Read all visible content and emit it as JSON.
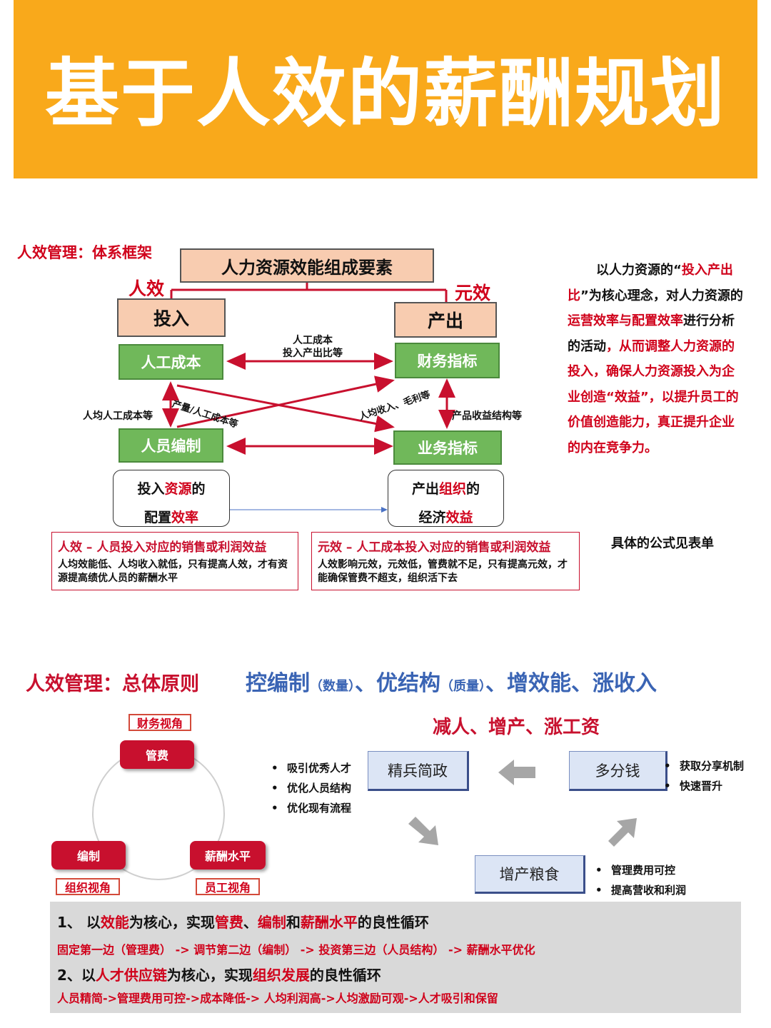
{
  "header": {
    "title": "基于人效的薪酬规划"
  },
  "framework": {
    "section_label": "人效管理：体系框架",
    "top_box": "人力资源效能组成要素",
    "label_left": "人效",
    "label_right": "元效",
    "input_box": "投入",
    "output_box": "产出",
    "labor_cost": "人工成本",
    "finance": "财务指标",
    "staffing": "人员编制",
    "business": "业务指标",
    "arrow_top_line1": "人工成本",
    "arrow_top_line2": "投入产出比等",
    "left_vertical": "人均人工成本等",
    "right_vertical": "产品收益结构等",
    "cross_left": "产量/人工成本等",
    "cross_right": "人均收入、毛利等",
    "config_line1_a": "投入",
    "config_line1_b": "资源",
    "config_line1_c": "的",
    "config_line2_a": "配置",
    "config_line2_b": "效率",
    "econ_line1_a": "产出",
    "econ_line1_b": "组织",
    "econ_line1_c": "的",
    "econ_line2_a": "经济",
    "econ_line2_b": "效益",
    "desc_left_title": "人效 – 人员投入对应的销售或利润效益",
    "desc_left_text": "人均效能低、人均收入就低，只有提高人效，才有资源提高绩优人员的薪酬水平",
    "desc_right_title": "元效 – 人工成本投入对应的销售或利润效益",
    "desc_right_text": "人效影响元效，元效低，管费就不足，只有提高元效，才能确保管费不超支，组织活下去",
    "side_1": "以人力资源的“",
    "side_2": "投入产出比",
    "side_3": "”为核心理念，对人力资源的",
    "side_4": "运营效率与配置效率",
    "side_5": "进行分析的活动",
    "side_6": "，从而调整人力资源的投入，确保人力资源投入为企业创造“效益”，以提升员工的价值创造能力，真正提升企业的内在竞争力。",
    "formula_note": "具体的公式见表单"
  },
  "principles": {
    "section_label": "人效管理：总体原则",
    "headline_1": "控编制",
    "headline_1_note": "（数量）",
    "headline_sep_1": "、",
    "headline_2": "优结构",
    "headline_2_note": "（质量）",
    "headline_3": "、增效能、涨收入",
    "sub_headline": "减人、增产、涨工资",
    "finance_view": "财务视角",
    "chip_mgmt": "管费",
    "chip_staff": "编制",
    "chip_salary": "薪酬水平",
    "org_view": "组织视角",
    "emp_view": "员工视角",
    "box_lean": "精兵简政",
    "box_more_money": "多分钱",
    "box_produce": "增产粮食",
    "lean_bullets": [
      "吸引优秀人才",
      "优化人员结构",
      "优化现有流程"
    ],
    "money_bullets": [
      "获取分享机制",
      "快速晋升"
    ],
    "produce_bullets": [
      "管理费用可控",
      "提高营收和利润"
    ],
    "bullet_glyph": "•"
  },
  "summary": {
    "line1_a": "1、 以",
    "line1_b": "效能",
    "line1_c": "为核心，实现",
    "line1_d": "管费",
    "line1_e": "、",
    "line1_f": "编制",
    "line1_g": "和",
    "line1_h": "薪酬水平",
    "line1_i": "的良性循环",
    "line2": "固定第一边（管理费） -> 调节第二边（编制） -> 投资第三边（人员结构） -> 薪酬水平优化",
    "line3_a": "2、以",
    "line3_b": "人才供应链",
    "line3_c": "为核心，实现",
    "line3_d": "组织发展",
    "line3_e": "的良性循环",
    "line4": "人员精简->管理费用可控->成本降低-> 人均利润高->人均激励可观->人才吸引和保留"
  },
  "colors": {
    "banner": "#f9a91b",
    "accent_red": "#d0021b",
    "green": "#70b85a",
    "blue": "#3a64b4",
    "peach": "#f8ccb0",
    "gray_panel": "#d9d9d9"
  }
}
